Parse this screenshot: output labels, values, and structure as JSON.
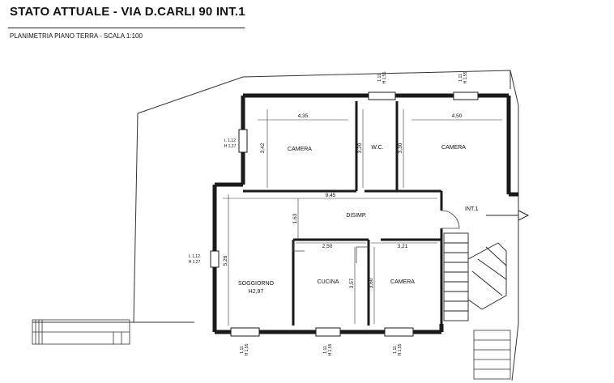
{
  "header": {
    "title": "STATO ATTUALE - VIA D.CARLI 90 INT.1",
    "subtitle": "PLANIMETRIA PIANO TERRA - SCALA 1:100"
  },
  "rooms": {
    "camera_1": "CAMERA",
    "wc": "W.C.",
    "camera_2": "CAMERA",
    "disimpegno": "DISIMP.",
    "soggiorno": "SOGGIORNO",
    "soggiorno_h": "H2,97",
    "cucina": "CUCINA",
    "camera_3": "CAMERA"
  },
  "dimensions": {
    "camera1_width": "4,35",
    "camera1_height": "3,42",
    "wc_height": "3,20",
    "camera2_height": "3,30",
    "camera2_width": "4,50",
    "disimp_width": "9,45",
    "disimp_height": "1,63",
    "cucina_width": "2,50",
    "camera3_width": "3,21",
    "soggiorno_height": "5,26",
    "cucina_height": "3,57",
    "camera3_height": "3,60"
  },
  "entrance": {
    "label": "INT.1"
  },
  "window_tags": {
    "top_center": [
      "1,11",
      "H 1,55"
    ],
    "top_right": [
      "1,11",
      "H 1,55"
    ],
    "left_upper": [
      "L 1,12",
      "H 1,27"
    ],
    "left_lower": [
      "L 1,12",
      "H 1,27"
    ],
    "bottom_left": [
      "1,11",
      "H 1,55"
    ],
    "bottom_center": [
      "1,11",
      "H 1,55"
    ],
    "bottom_right": [
      "1,11",
      "H 1,55"
    ]
  },
  "colors": {
    "wall": "#1a1a1a",
    "paper": "#ffffff",
    "line": "#333333"
  }
}
